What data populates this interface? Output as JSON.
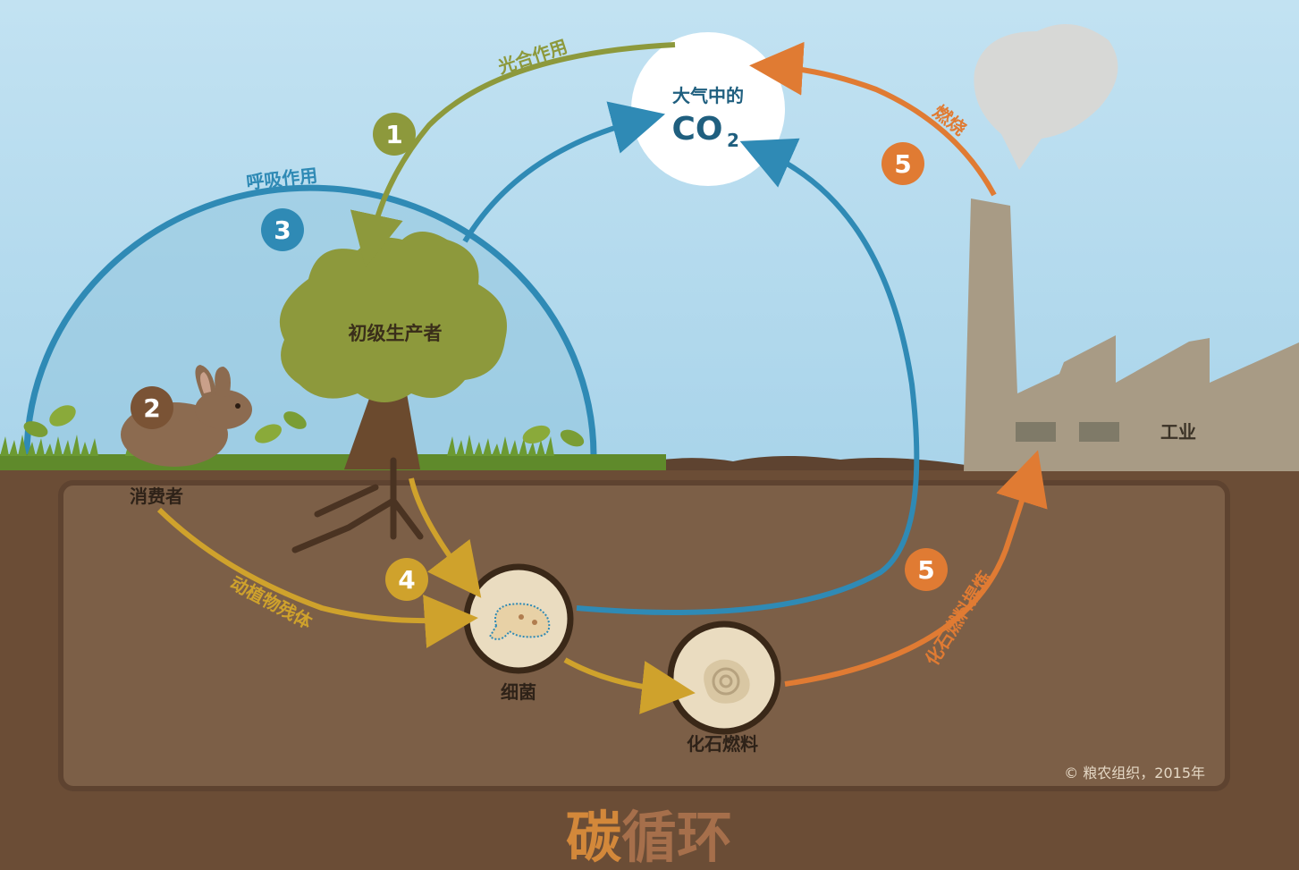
{
  "title": {
    "part1": "碳",
    "part2": "循环"
  },
  "atmosphere": {
    "line1": "大气中的",
    "co2_main": "CO",
    "co2_sub": "2"
  },
  "labels": {
    "producer": "初级生产者",
    "consumer": "消费者",
    "industry": "工业",
    "bacteria": "细菌",
    "fossil": "化石燃料",
    "photosynthesis": "光合作用",
    "respiration": "呼吸作用",
    "combustion": "燃烧",
    "remains": "动植物残体",
    "extraction": "化石燃料提炼",
    "copyright": "© 粮农组织，2015年"
  },
  "markers": {
    "m1": "1",
    "m2": "2",
    "m3": "3",
    "m4": "4",
    "m5a": "5",
    "m5b": "5"
  },
  "colors": {
    "sky": "#b9dcee",
    "soil": "#6a4c36",
    "green": "#8d993c",
    "blue": "#2f8ab5",
    "orange": "#e07b33",
    "gold": "#cfa22c",
    "brown": "#7a5335",
    "factory": "#a89b85"
  }
}
